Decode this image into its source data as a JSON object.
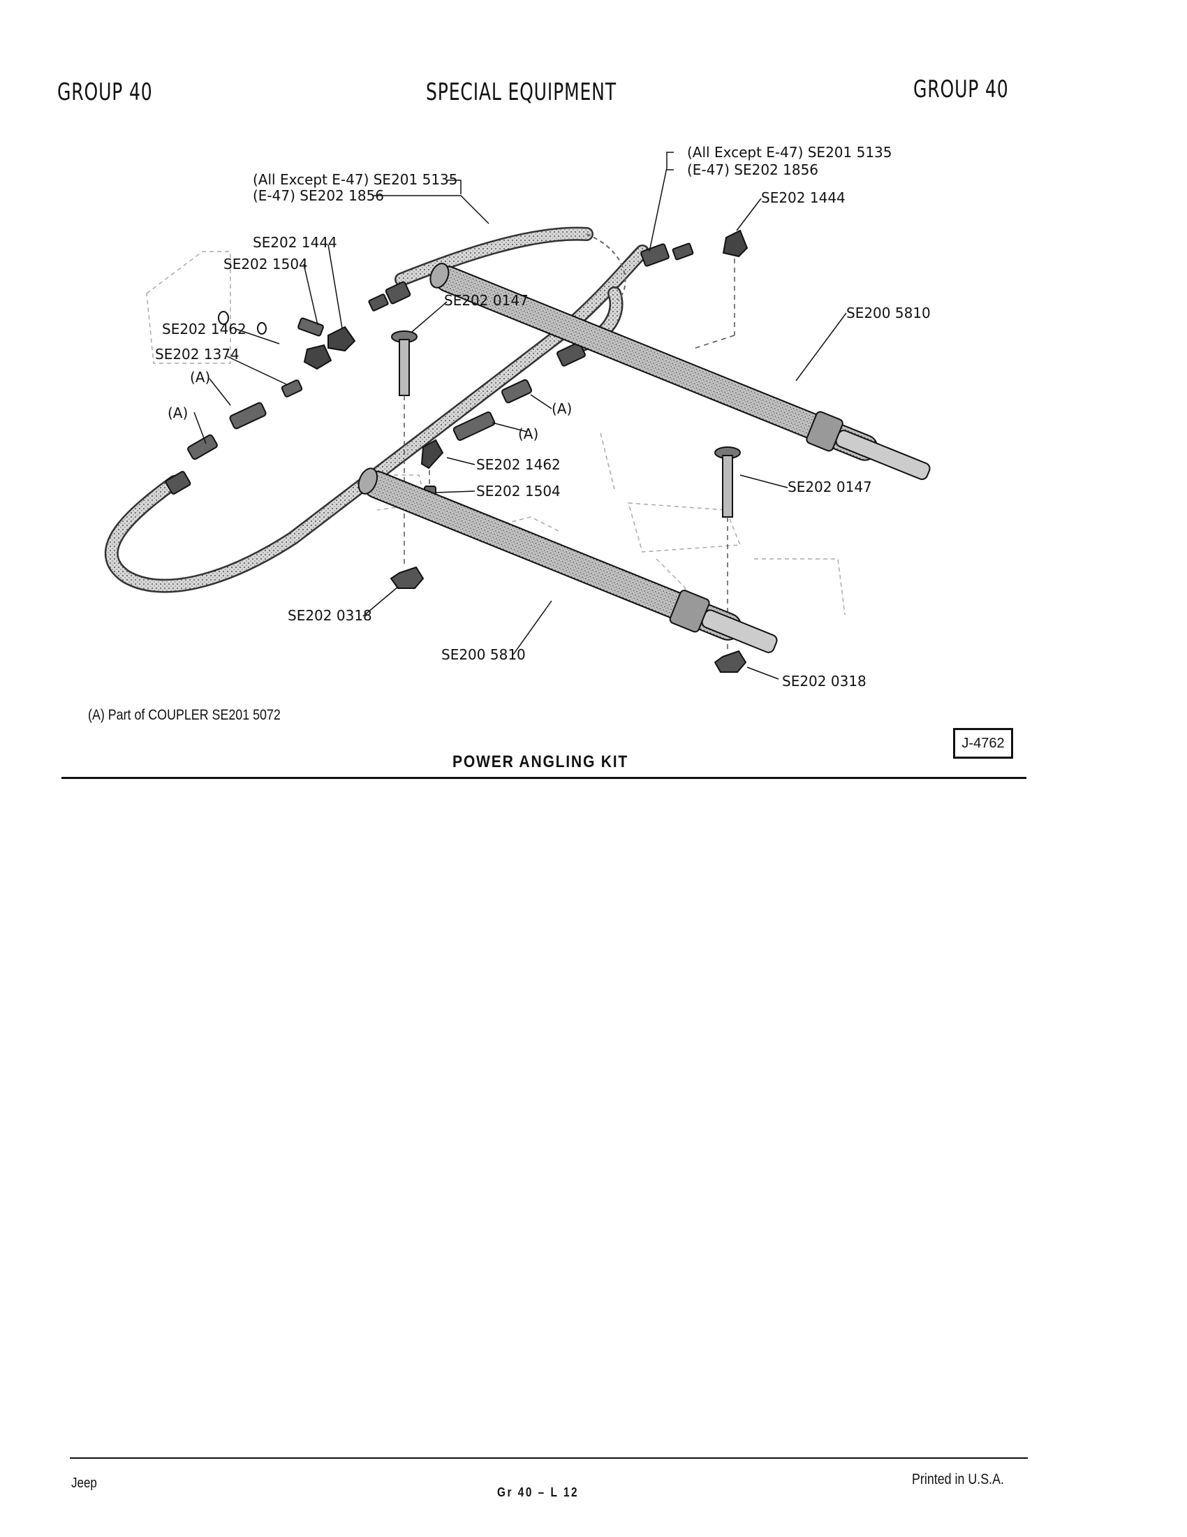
{
  "header": {
    "left": "GROUP 40",
    "center": "SPECIAL EQUIPMENT",
    "right": "GROUP 40"
  },
  "callouts": {
    "hose_left_a": "(All Except E-47) SE201 5135",
    "hose_left_b": "(E-47) SE202 1856",
    "hose_right_a": "(All Except E-47) SE201 5135",
    "hose_right_b": "(E-47) SE202 1856",
    "elbow_right": "SE202 1444",
    "elbow_left": "SE202 1444",
    "nipple_left": "SE202 1504",
    "bolt_upper": "SE202 0147",
    "cyl_upper": "SE200 5810",
    "washer_left": "SE202 1462",
    "plug_left": "SE202 1374",
    "coupler_a1": "(A)",
    "coupler_a2": "(A)",
    "coupler_a3": "(A)",
    "coupler_a4": "(A)",
    "elbow_lower": "SE202 1462",
    "nipple_lower": "SE202 1504",
    "bolt_lower": "SE202 0147",
    "nut_left": "SE202 0318",
    "cyl_lower": "SE200 5810",
    "nut_right": "SE202 0318"
  },
  "footnote": "(A) Part of COUPLER SE201 5072",
  "ref_code": "J-4762",
  "figure_title": "POWER ANGLING KIT",
  "footer": {
    "left": "Jeep",
    "center": "Gr 40 – L 12",
    "right": "Printed in U.S.A."
  }
}
